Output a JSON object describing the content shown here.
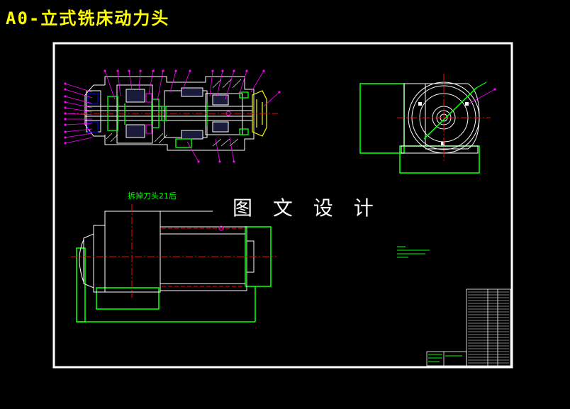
{
  "header": {
    "title": "A0-立式铣床动力头"
  },
  "drawing": {
    "watermark": "图 文 设 计",
    "view_label": "拆掉刀头21后"
  },
  "colors": {
    "background": "#000000",
    "frame": "#ffffff",
    "outline": "#ffffff",
    "green": "#00ff00",
    "red": "#ff0000",
    "magenta": "#ff00ff",
    "yellow": "#ffff00",
    "blue": "#0000ff",
    "title_text": "#ffff00"
  }
}
